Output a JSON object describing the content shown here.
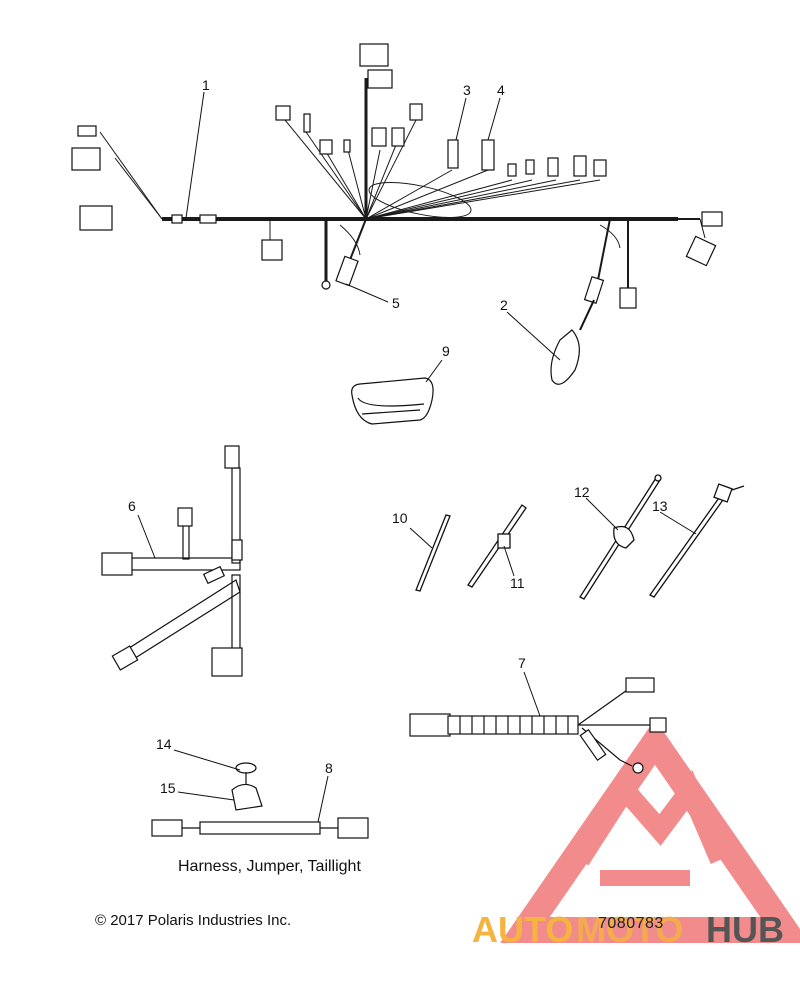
{
  "callouts": [
    "1",
    "2",
    "3",
    "4",
    "5",
    "6",
    "7",
    "8",
    "9",
    "10",
    "11",
    "12",
    "13",
    "14",
    "15"
  ],
  "caption": "Harness, Jumper, Taillight",
  "copyright": "© 2017 Polaris Industries Inc.",
  "part_number": "7080783",
  "watermark": {
    "brand_left": "AUTO",
    "brand_mid": "MOTO",
    "brand_right": "HUB",
    "colors": {
      "triangle": "#f07878",
      "auto": "#f5b340",
      "moto": "#f5b340",
      "hub": "#555555"
    }
  },
  "colors": {
    "line": "#111111",
    "wire": "#1a1a1a"
  }
}
